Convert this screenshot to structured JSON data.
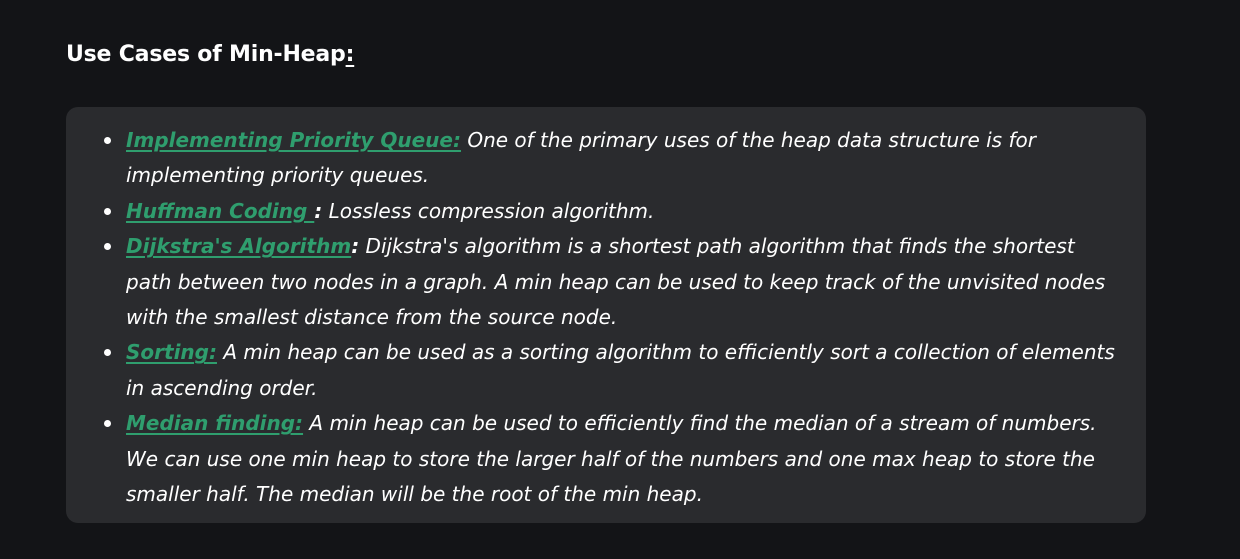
{
  "heading": {
    "text": "Use Cases of Min-Heap",
    "suffix": ":"
  },
  "colors": {
    "background": "#131417",
    "panel": "#2a2b2e",
    "link": "#2f9e6e",
    "text": "#ffffff"
  },
  "items": [
    {
      "term": "Implementing Priority Queue:",
      "sep": "",
      "desc": " One of the primary uses of the heap data structure is for implementing priority queues."
    },
    {
      "term": "Huffman Coding ",
      "sep": ":",
      "desc": "  Lossless compression algorithm."
    },
    {
      "term": "Dijkstra's Algorithm",
      "sep": ":",
      "desc": " Dijkstra's algorithm is a shortest path algorithm that finds the shortest path between two nodes in a graph. A min heap can be used to keep track of the unvisited nodes with the smallest distance from the source node."
    },
    {
      "term": "Sorting:",
      "sep": "",
      "desc": " A min heap can be used as a sorting algorithm to efficiently sort a collection of elements in ascending order."
    },
    {
      "term": "Median finding:",
      "sep": "",
      "desc": " A min heap can be used to efficiently find the median of a stream of numbers. We can use one min heap to store the larger half of the numbers and one max heap to store the smaller half. The median will be the root of the min heap."
    }
  ]
}
